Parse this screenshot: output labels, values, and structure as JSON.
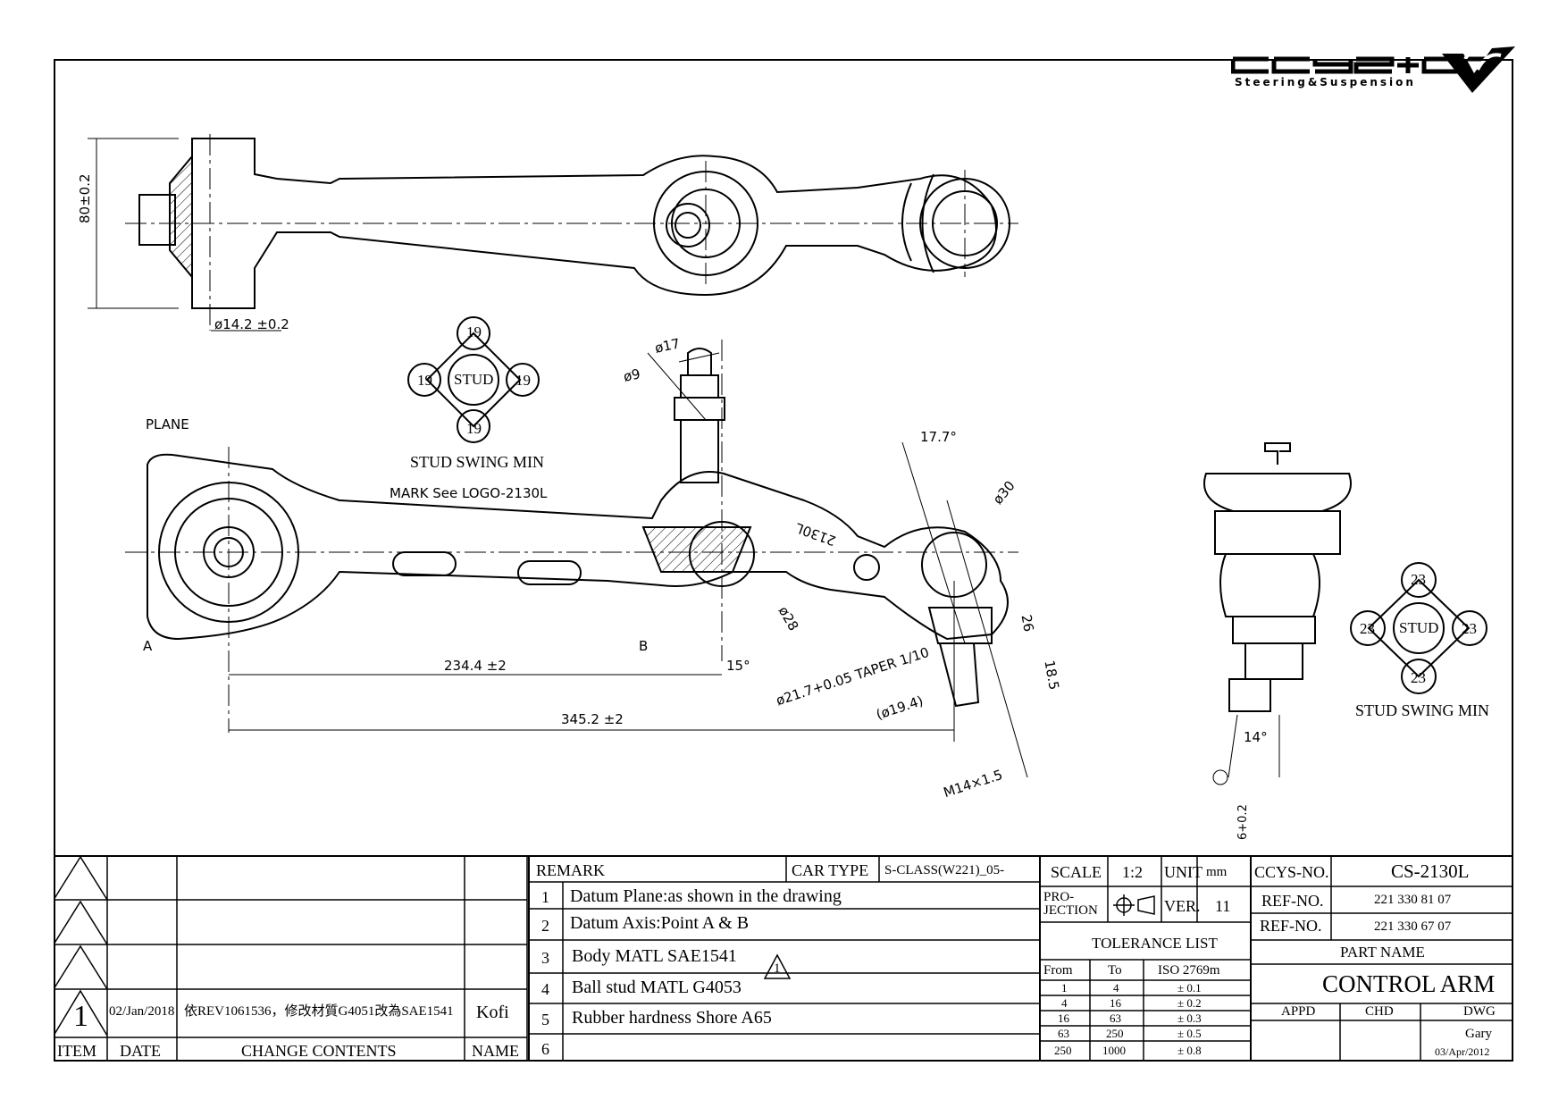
{
  "logo": {
    "brand": "CCYS+CTC",
    "tagline": "Steering&Suspension"
  },
  "dimensions": {
    "height_80": "80±0.2",
    "dia_14_2": "ø14.2 ±0.2",
    "plane": "PLANE",
    "mark": "MARK See LOGO-2130L",
    "dia_17": "ø17",
    "dia_9": "ø9",
    "angle_17_7": "17.7°",
    "dia_30": "ø30",
    "part_mark": "2130L",
    "dim_26": "26",
    "dia_28": "ø28",
    "point_a": "A",
    "point_b": "B",
    "angle_15": "15°",
    "len_234": "234.4 ±2",
    "taper": "ø21.7+0.05 TAPER 1/10",
    "dia_19_4": "(ø19.4)",
    "dim_18_5": "18.5",
    "len_345": "345.2 ±2",
    "thread": "M14×1.5",
    "angle_14": "14°",
    "dim_6": "6+0.2"
  },
  "swing_left": {
    "top": "19",
    "left": "19",
    "center": "STUD",
    "right": "19",
    "bottom": "19",
    "caption": "STUD SWING MIN"
  },
  "swing_right": {
    "top": "23",
    "left": "23",
    "center": "STUD",
    "right": "23",
    "bottom": "23",
    "caption": "STUD SWING MIN"
  },
  "revision": {
    "rev": "1",
    "date": "02/Jan/2018",
    "change": "依REV1061536，修改材質G4051改為SAE1541",
    "name": "Kofi",
    "headers": {
      "item": "ITEM",
      "date": "DATE",
      "change": "CHANGE CONTENTS",
      "name": "NAME"
    }
  },
  "remarks": {
    "header": "REMARK",
    "car_type_label": "CAR TYPE",
    "car_type": "S-CLASS(W221)_05-",
    "items": [
      {
        "no": "1",
        "text": "Datum Plane:as shown in the drawing"
      },
      {
        "no": "2",
        "text": "Datum Axis:Point A & B"
      },
      {
        "no": "3",
        "text": "Body MATL SAE1541",
        "rev": "1"
      },
      {
        "no": "4",
        "text": "Ball stud MATL G4053"
      },
      {
        "no": "5",
        "text": "Rubber hardness Shore A65"
      },
      {
        "no": "6",
        "text": ""
      }
    ]
  },
  "spec": {
    "scale_label": "SCALE",
    "scale": "1:2",
    "unit_label": "UNIT",
    "unit": "mm",
    "projection_label": "PRO-\nJECTION",
    "ver_label": "VER.",
    "ver": "11",
    "tolerance_title": "TOLERANCE LIST",
    "tol_headers": [
      "From",
      "To",
      "ISO 2769m"
    ],
    "tolerances": [
      [
        "1",
        "4",
        "± 0.1"
      ],
      [
        "4",
        "16",
        "± 0.2"
      ],
      [
        "16",
        "63",
        "± 0.3"
      ],
      [
        "63",
        "250",
        "± 0.5"
      ],
      [
        "250",
        "1000",
        "± 0.8"
      ]
    ]
  },
  "title_block": {
    "ccys_no_label": "CCYS-NO.",
    "ccys_no": "CS-2130L",
    "ref_label_1": "REF-NO.",
    "ref_1": "221 330 81 07",
    "ref_label_2": "REF-NO.",
    "ref_2": "221 330 67 07",
    "part_name_label": "PART NAME",
    "part_name": "CONTROL ARM",
    "appd": "APPD",
    "chd": "CHD",
    "dwg": "DWG",
    "drawer": "Gary",
    "drawn_date": "03/Apr/2012"
  }
}
